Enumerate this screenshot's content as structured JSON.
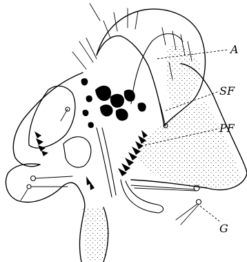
{
  "figure": {
    "labels": [
      {
        "id": "A",
        "text": "A"
      },
      {
        "id": "SF",
        "text": "SF"
      },
      {
        "id": "PF",
        "text": "PF"
      },
      {
        "id": "G",
        "text": "G"
      }
    ]
  }
}
